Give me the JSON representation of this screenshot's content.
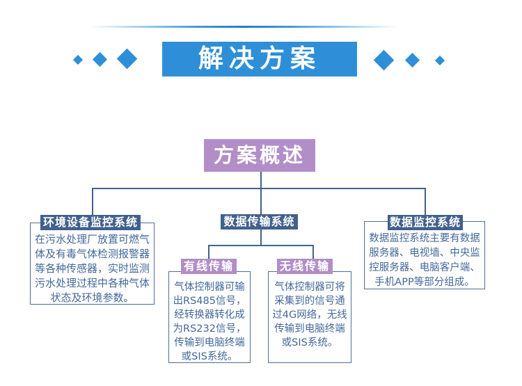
{
  "colors": {
    "accent": "#2e8fd8",
    "purple": "#b28ec8",
    "slate": "#41608c",
    "line": "#4f6d96",
    "text": "#44689a"
  },
  "banner": {
    "title": "解决方案"
  },
  "overview": {
    "title": "方案概述"
  },
  "branches": {
    "env": {
      "header": "环境设备监控系统",
      "lines": [
        "在污水处理厂放置可燃气",
        "体及有毒气体检测报警器",
        "等各种传感器，实时监测",
        "污水处理过程中各种气体",
        "状态及环境参数。"
      ]
    },
    "transmission": {
      "header": "数据传输系统"
    },
    "wired": {
      "header": "有线传输",
      "lines": [
        "气体控制器可输",
        "出RS485信号，",
        "经转换器转化成",
        "为RS232信号，",
        "传输到电脑终端",
        "或SIS系统。"
      ]
    },
    "wireless": {
      "header": "无线传输",
      "lines": [
        "气体控制器可将",
        "采集到的信号通",
        "过4G网络，无线",
        "传输到电脑终端",
        "或SIS系统。"
      ]
    },
    "monitor": {
      "header": "数据监控系统",
      "lines": [
        "数据监控系统主要有数据",
        "服务器、电视墙、中央监",
        "控服务器、电脑客户端、",
        "手机APP等部分组成。"
      ]
    }
  }
}
